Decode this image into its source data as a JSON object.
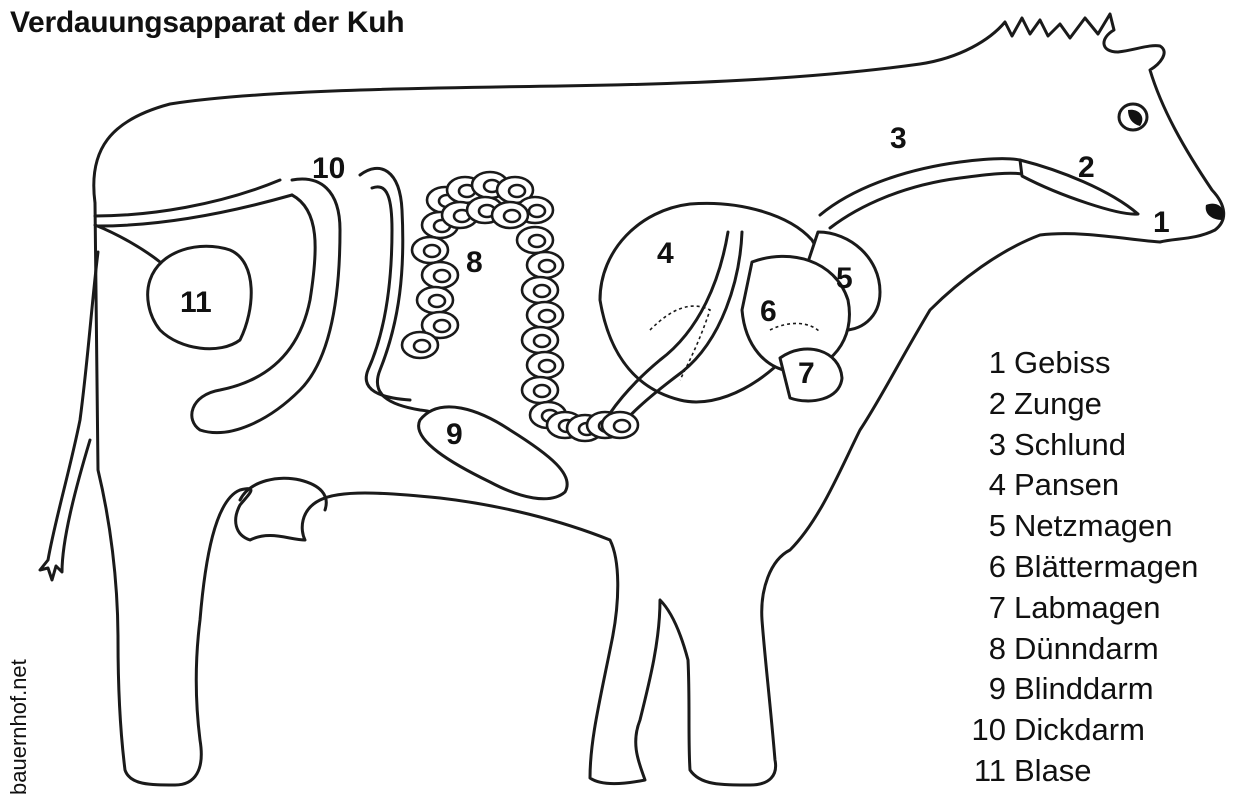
{
  "title": "Verdauungsapparat der Kuh",
  "watermark": "bauernhof.net",
  "legend": [
    {
      "number": "1",
      "label": "Gebiss"
    },
    {
      "number": "2",
      "label": "Zunge"
    },
    {
      "number": "3",
      "label": "Schlund"
    },
    {
      "number": "4",
      "label": "Pansen"
    },
    {
      "number": "5",
      "label": "Netzmagen"
    },
    {
      "number": "6",
      "label": "Blättermagen"
    },
    {
      "number": "7",
      "label": "Labmagen"
    },
    {
      "number": "8",
      "label": "Dünndarm"
    },
    {
      "number": "9",
      "label": "Blinddarm"
    },
    {
      "number": "10",
      "label": "Dickdarm"
    },
    {
      "number": "11",
      "label": "Blase"
    }
  ]
}
